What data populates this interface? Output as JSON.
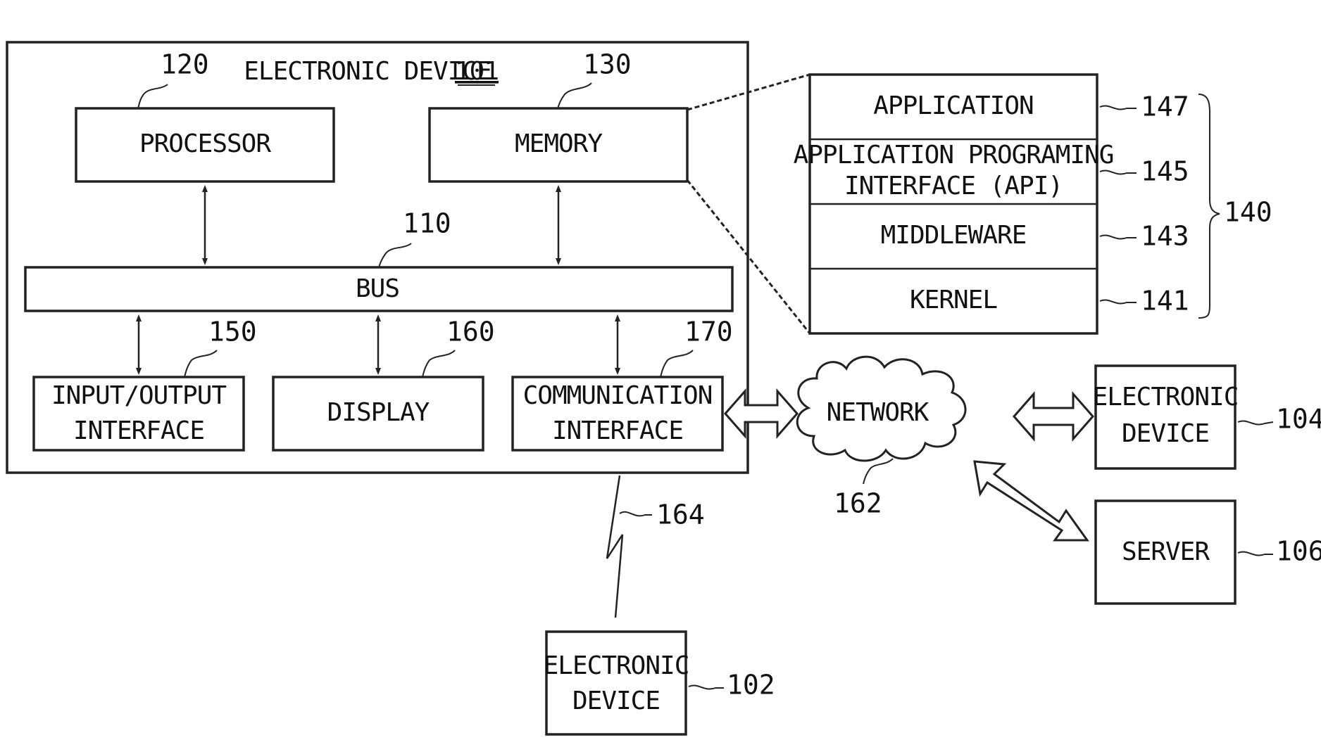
{
  "title": "ELECTRONIC DEVICE",
  "title_ref": "101",
  "blocks": {
    "processor": "PROCESSOR",
    "memory": "MEMORY",
    "bus": "BUS",
    "io_line1": "INPUT/OUTPUT",
    "io_line2": "INTERFACE",
    "display": "DISPLAY",
    "comm_line1": "COMMUNICATION",
    "comm_line2": "INTERFACE",
    "network": "NETWORK",
    "ed104_line1": "ELECTRONIC",
    "ed104_line2": "DEVICE",
    "server": "SERVER",
    "ed102_line1": "ELECTRONIC",
    "ed102_line2": "DEVICE"
  },
  "stack": {
    "application": "APPLICATION",
    "api_line1": "APPLICATION PROGRAMING",
    "api_line2": "INTERFACE (API)",
    "middleware": "MIDDLEWARE",
    "kernel": "KERNEL"
  },
  "refs": {
    "processor": "120",
    "memory": "130",
    "bus": "110",
    "io": "150",
    "display": "160",
    "comm": "170",
    "application": "147",
    "api": "145",
    "middleware": "143",
    "kernel": "141",
    "programs": "140",
    "network": "162",
    "wireless": "164",
    "ed104": "104",
    "server": "106",
    "ed102": "102"
  }
}
